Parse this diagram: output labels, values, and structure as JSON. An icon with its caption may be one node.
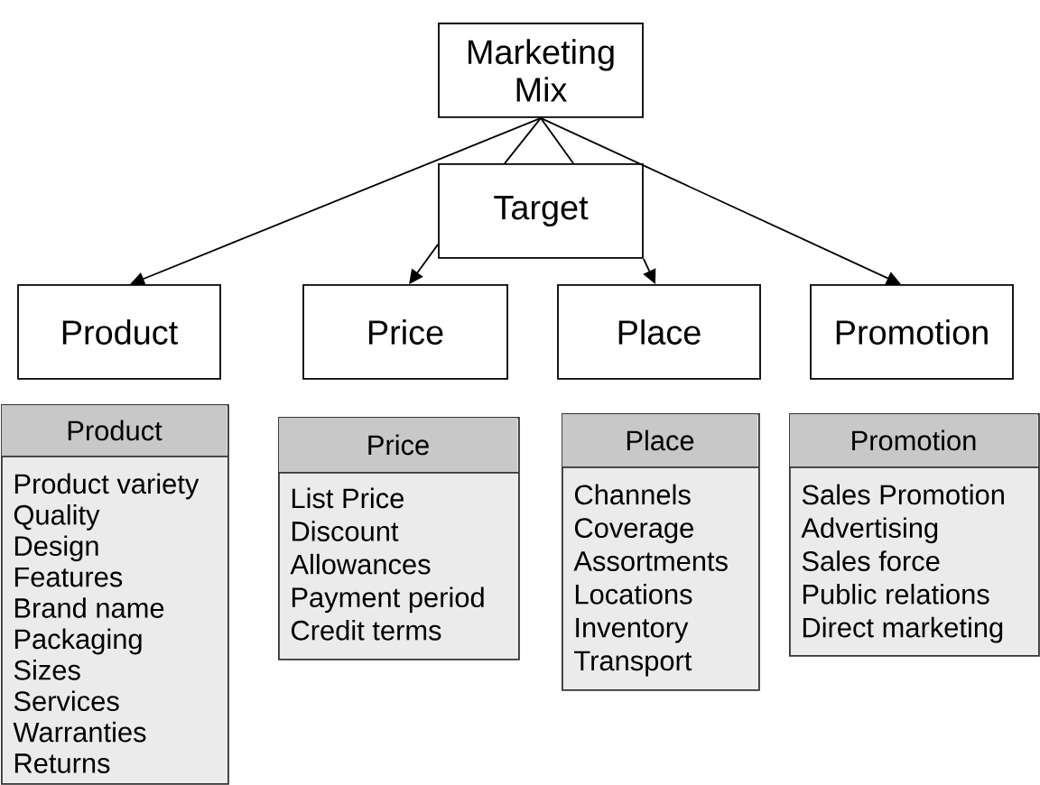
{
  "diagram": {
    "nodes": [
      {
        "text": [
          "Marketing Mix"
        ]
      },
      {
        "text": [
          "Target"
        ]
      },
      {
        "text": [
          "Product"
        ]
      },
      {
        "text": [
          "Price"
        ]
      },
      {
        "text": [
          "Place"
        ]
      },
      {
        "text": [
          "Promotion"
        ]
      },
      {
        "text": [
          "Product",
          "Product variety",
          "Quality",
          "Design",
          "Features",
          "Brand name",
          "Packaging",
          "Sizes",
          "Services",
          "Warranties",
          "Returns"
        ]
      },
      {
        "text": [
          "Price",
          "List Price",
          "Discount",
          "Allowances",
          "Payment period",
          "Credit terms"
        ]
      },
      {
        "text": [
          "Place",
          "Channels",
          "Coverage",
          "Assortments",
          "Locations",
          "Inventory",
          "Transport"
        ]
      },
      {
        "text": [
          "Promotion",
          "Sales Promotion",
          "Advertising",
          "Sales force",
          "Public relations",
          "Direct marketing"
        ]
      }
    ],
    "edges": [
      {
        "from": 0,
        "to": 2,
        "arrow": "to"
      },
      {
        "from": 0,
        "to": 1,
        "arrow": "none"
      },
      {
        "from": 0,
        "to": 1,
        "arrow": "none"
      },
      {
        "from": 1,
        "to": 3,
        "arrow": "to"
      },
      {
        "from": 1,
        "to": 4,
        "arrow": "to"
      },
      {
        "from": 0,
        "to": 5,
        "arrow": "to"
      }
    ]
  }
}
